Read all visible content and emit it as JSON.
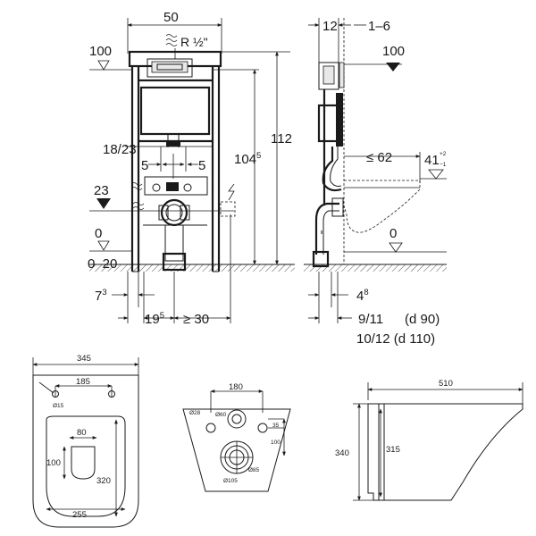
{
  "front_view": {
    "width": "50",
    "water_connection": "R ½\"",
    "level_100": "100",
    "height_112": "112",
    "height_104": "104",
    "height_104_sup": "5",
    "spacing_18_23": "18/23",
    "offset_5_left": "5",
    "offset_5_right": "5",
    "level_23": "23",
    "level_0": "0",
    "floor_0_20": "0–20",
    "dim_7": "7",
    "dim_7_sup": "3",
    "dim_19": "19",
    "dim_19_sup": "5",
    "dim_30": "≥ 30"
  },
  "side_view": {
    "dim_12": "12",
    "dim_1_6": "1–6",
    "level_100": "100",
    "projection": "≤ 62",
    "height_41": "41",
    "height_41_plus": "+2",
    "height_41_minus": "−1",
    "level_0": "0",
    "dim_4": "4",
    "dim_4_sup": "8",
    "pipe_small": "9/11",
    "pipe_small_note": "(d 90)",
    "pipe_large": "10/12 (d 110)"
  },
  "top_view": {
    "width_345": "345",
    "spacing_185": "185",
    "hole_15": "Ø15",
    "dim_80": "80",
    "dim_100": "100",
    "dim_320": "320",
    "dim_255": "255"
  },
  "rear_view": {
    "spacing_180": "180",
    "hole_28": "Ø28",
    "hole_60": "Ø60",
    "dim_35": "35",
    "dim_100": "100",
    "hole_85": "Ø85",
    "hole_105": "Ø105"
  },
  "profile_view": {
    "length_510": "510",
    "height_340": "340",
    "height_315": "315"
  }
}
